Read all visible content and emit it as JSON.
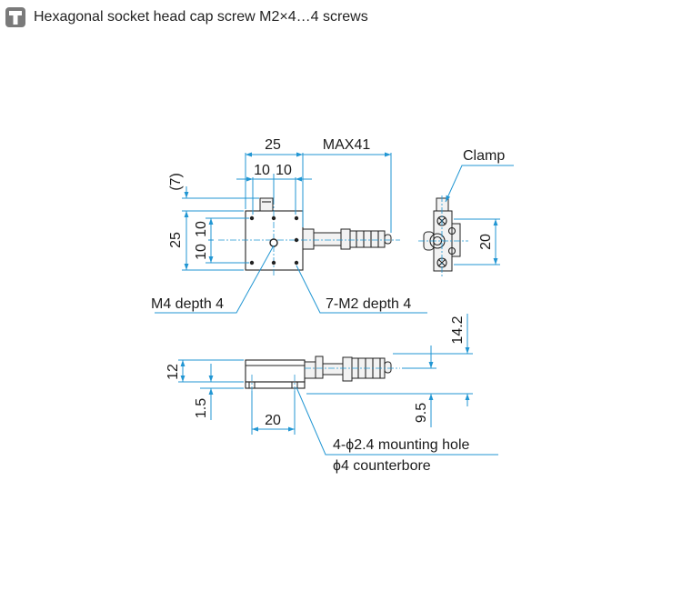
{
  "header": {
    "icon": "screw-icon",
    "text": "Hexagonal socket head cap screw M2×4…4 screws"
  },
  "top_view": {
    "dim_width": "25",
    "dim_max": "MAX41",
    "dim_half_left": "10",
    "dim_half_right": "10",
    "dim_height": "25",
    "dim_v_upper": "10",
    "dim_v_lower": "10",
    "dim_ref": "(7)",
    "callout_center": "M4 depth 4",
    "callout_holes": "7-M2 depth 4"
  },
  "side_view_right": {
    "label_clamp": "Clamp",
    "dim_height": "20"
  },
  "front_view": {
    "dim_height": "12",
    "dim_base": "1.5",
    "dim_hole_spacing": "20",
    "dim_top_right": "14.2",
    "dim_bottom_right": "9.5",
    "callout_line1": "4-ϕ2.4 mounting hole",
    "callout_line2": "ϕ4 counterbore"
  },
  "colors": {
    "dimension_lines": "#2196d3",
    "outline": "#222222",
    "icon_bg": "#7a7a7a"
  }
}
